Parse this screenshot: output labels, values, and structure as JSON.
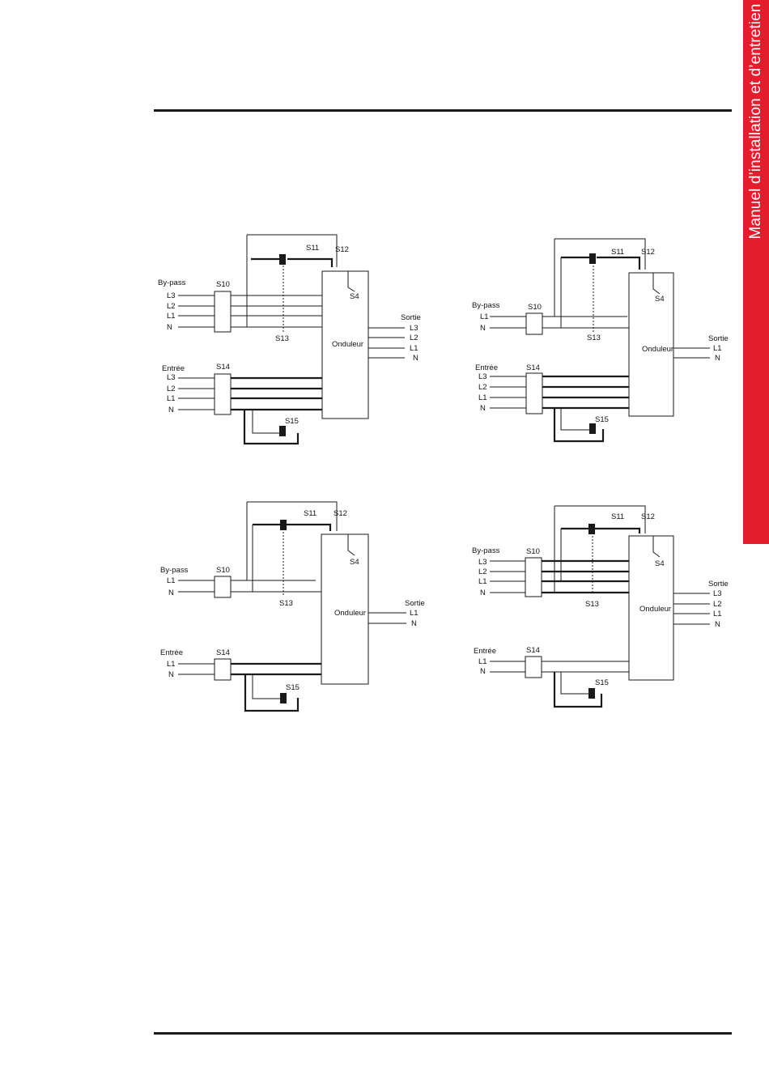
{
  "header": {
    "side_title": "Manuel d’installation et d’entretien"
  },
  "colors": {
    "tab": "#e31d2b",
    "rule": "#1a1a1a"
  },
  "diagrams": {
    "d1": {
      "bypass": "By-pass",
      "input": "Entrée",
      "output": "Sortie",
      "inverter": "Onduleur",
      "s10": "S10",
      "s14": "S14",
      "s11": "S11",
      "s12": "S12",
      "s13": "S13",
      "s15": "S15",
      "s4": "S4",
      "bypass_lines": [
        "L3",
        "L2",
        "L1",
        "N"
      ],
      "input_lines": [
        "L3",
        "L2",
        "L1",
        "N"
      ],
      "output_lines": [
        "L3",
        "L2",
        "L1",
        "N"
      ]
    },
    "d2": {
      "bypass": "By-pass",
      "input": "Entrée",
      "output": "Sortie",
      "inverter": "Onduleur",
      "s10": "S10",
      "s14": "S14",
      "s11": "S11",
      "s12": "S12",
      "s13": "S13",
      "s15": "S15",
      "s4": "S4",
      "bypass_lines": [
        "L1",
        "N"
      ],
      "input_lines": [
        "L3",
        "L2",
        "L1",
        "N"
      ],
      "output_lines": [
        "L1",
        "N"
      ]
    },
    "d3": {
      "bypass": "By-pass",
      "input": "Entrée",
      "output": "Sortie",
      "inverter": "Onduleur",
      "s10": "S10",
      "s14": "S14",
      "s11": "S11",
      "s12": "S12",
      "s13": "S13",
      "s15": "S15",
      "s4": "S4",
      "bypass_lines": [
        "L1",
        "N"
      ],
      "input_lines": [
        "L1",
        "N"
      ],
      "output_lines": [
        "L1",
        "N"
      ]
    },
    "d4": {
      "bypass": "By-pass",
      "input": "Entrée",
      "output": "Sortie",
      "inverter": "Onduleur",
      "s10": "S10",
      "s14": "S14",
      "s11": "S11",
      "s12": "S12",
      "s13": "S13",
      "s15": "S15",
      "s4": "S4",
      "bypass_lines": [
        "L3",
        "L2",
        "L1",
        "N"
      ],
      "input_lines": [
        "L1",
        "N"
      ],
      "output_lines": [
        "L3",
        "L2",
        "L1",
        "N"
      ]
    }
  }
}
